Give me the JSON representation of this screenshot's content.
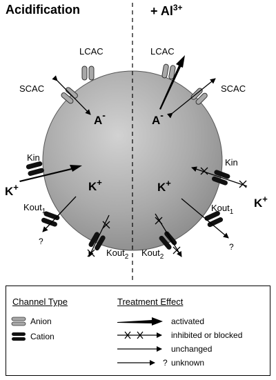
{
  "panels": {
    "left_title": "Acidification",
    "right_title": "+ Al",
    "right_title_sup": "3+"
  },
  "cell": {
    "anion_symbol": "A",
    "anion_charge": "-",
    "cation_symbol": "K",
    "cation_charge": "+"
  },
  "channels": {
    "lcac": "LCAC",
    "scac": "SCAC",
    "kin": "Kin",
    "kout": "Kout",
    "kout1_sub": "1",
    "kout2_sub": "2",
    "unknown_mark": "?"
  },
  "legend": {
    "channel_type_header": "Channel Type",
    "anion": "Anion",
    "cation": "Cation",
    "treatment_header": "Treatment Effect",
    "activated": "activated",
    "inhibited": "inhibited or blocked",
    "unchanged": "unchanged",
    "unknown_mark": "?",
    "unknown": "unknown"
  },
  "colors": {
    "anion_channel": "#a8a8a8",
    "cation_channel": "#111111",
    "cell_light": "#c8c8c8",
    "cell_dark": "#8a8a8a"
  }
}
